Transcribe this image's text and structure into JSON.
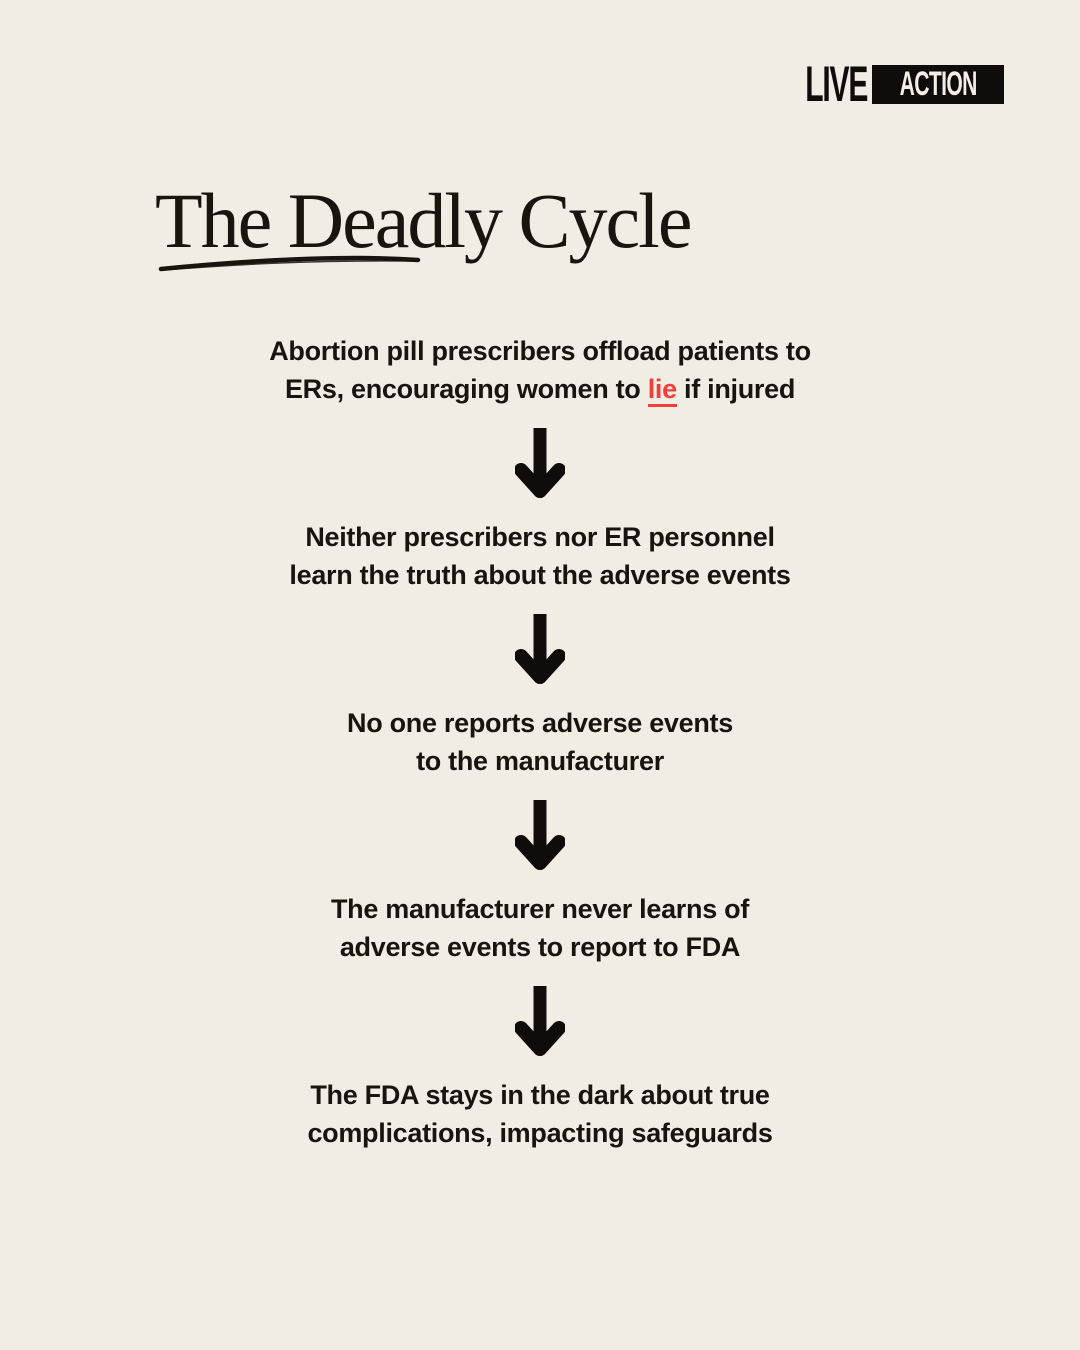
{
  "logo": {
    "live": "LIVE",
    "action": "ACTION"
  },
  "title": {
    "text": "The Deadly Cycle"
  },
  "steps": [
    {
      "line1": "Abortion pill prescribers offload patients to",
      "line2_before": "ERs, encouraging women to ",
      "line2_highlight": "lie",
      "line2_after": " if injured"
    },
    {
      "line1": "Neither prescribers nor ER personnel",
      "line2": "learn the truth about the adverse events"
    },
    {
      "line1": "No one reports adverse events",
      "line2": "to the manufacturer"
    },
    {
      "line1": "The manufacturer never learns of",
      "line2": "adverse events to report to FDA"
    },
    {
      "line1": "The FDA stays in the dark about true",
      "line2": "complications, impacting safeguards"
    }
  ],
  "icons": {
    "flow_arrow": "down-arrow",
    "title_underline": "hand-drawn-underline-stroke"
  },
  "colors": {
    "background": "#f0ede4",
    "text": "#17150f",
    "logo_black": "#0e0d0b",
    "highlight_red": "#f1403c"
  }
}
